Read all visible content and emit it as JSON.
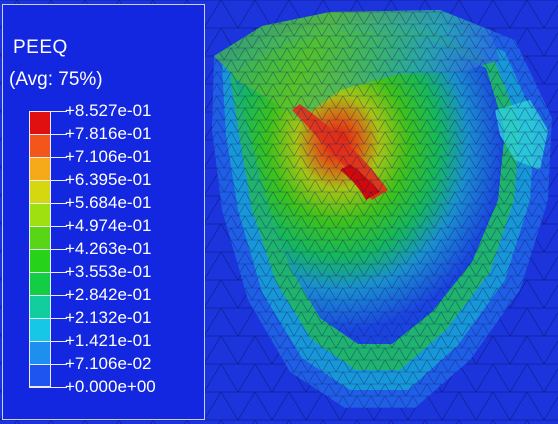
{
  "window": {
    "background": "#1a2fd6"
  },
  "legend": {
    "title": "PEEQ",
    "subtitle": "(Avg: 75%)",
    "labels": [
      "+8.527e-01",
      "+7.816e-01",
      "+7.106e-01",
      "+6.395e-01",
      "+5.684e-01",
      "+4.974e-01",
      "+4.263e-01",
      "+3.553e-01",
      "+2.842e-01",
      "+2.132e-01",
      "+1.421e-01",
      "+7.106e-02",
      "+0.000e+00"
    ],
    "colors": [
      "#e01010",
      "#f2561a",
      "#f6aa1a",
      "#d5d80f",
      "#9ee010",
      "#58d514",
      "#26d31a",
      "#13cd45",
      "#12cd9e",
      "#17c8e6",
      "#1c8fef",
      "#1e54ef",
      "#1616dc"
    ]
  },
  "contour": {
    "field": "PEEQ",
    "max_value": 0.8527,
    "min_value": 0.0
  }
}
